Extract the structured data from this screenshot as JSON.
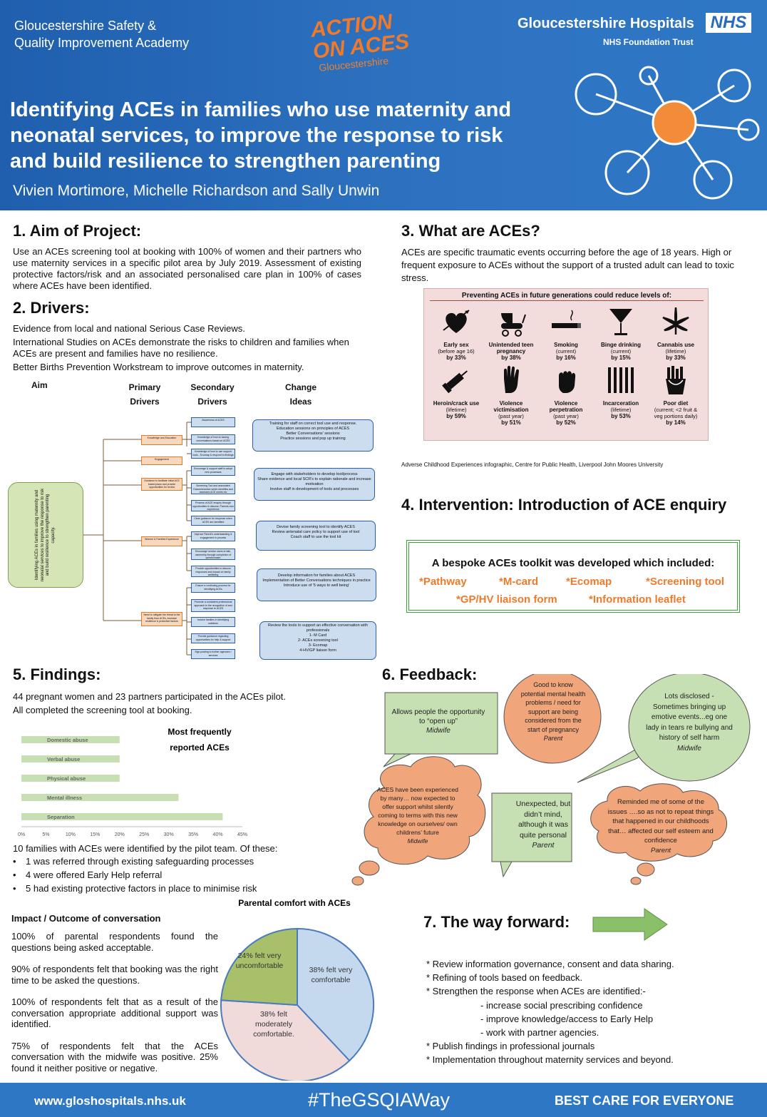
{
  "header": {
    "academy": [
      "Gloucestershire Safety &",
      "Quality Improvement Academy"
    ],
    "action_logo": [
      "ACTION",
      "ON ACES",
      "Gloucestershire"
    ],
    "trust_name": "Gloucestershire Hospitals",
    "nhs_badge": "NHS",
    "trust_sub": "NHS Foundation Trust",
    "title": [
      "Identifying ACEs in families who use maternity and",
      "neonatal services, to improve the response to risk",
      "and build resilience to strengthen parenting"
    ],
    "authors": "Vivien Mortimore, Michelle Richardson and Sally Unwin",
    "colors": {
      "bg": "#2a6cba",
      "hub": "#f28c38"
    }
  },
  "aim": {
    "title": "1. Aim of Project:",
    "text": "Use an ACEs screening tool at booking with 100% of women and their partners who use maternity services in a specific pilot area by July 2019.  Assessment of existing protective factors/risk and an associated personalised care plan in 100% of cases where ACEs have been identified."
  },
  "drivers": {
    "title": "2. Drivers:",
    "lines": [
      "Evidence from local and national Serious Case Reviews.",
      "International Studies on ACEs demonstrate the risks to children and families when ACEs are present and families have no resilience.",
      "Better Births Prevention Workstream to improve outcomes in maternity."
    ],
    "columns": [
      "Aim",
      "Primary",
      "Drivers",
      "Secondary",
      "Drivers",
      "Change",
      "Ideas"
    ],
    "aim_box": "Identifying ACEs in families using maternity and neonatal services to improve the response to risk and build resilience to strengthen parenting capacity.",
    "primary": [
      "Knowledge and Education",
      "Engagement",
      "Guidance to facilitate initial ACE based plans and provide opportunities for review",
      "Women & Families Experience",
      "Need to mitigate the threat to the family from ACEs, increase resilience & protective factors"
    ],
    "secondary": [
      "Awareness of ACES",
      "Knowledge of how to having conversations based on ACES",
      "Knowledge of how to use support tools - Ecomap & respond to findings",
      "Encourage & support staff to adopt new processes",
      "Screening Tool and associated Outcome/action which identifies and assesses ACE needs etc",
      "Process of ACE enquiry through opportunities to discuss. Parents own experience",
      "Clear guidance for response when ACES are identified",
      "Improve Parent's understanding & engagement in process",
      "Encourage service users to talk, ownership through completion of questionnaire",
      "Provide opportunities to discuss responses and impact on family wellbeing",
      "Ensure a continuing process for identifying ACEs",
      "Promote a consistent professional approach to the recognition of and response to ACES",
      "Involve families in identifying solutions",
      "Provide guidance regarding opportunities for help & support",
      "Sign posting to further agencies / services"
    ],
    "change_ideas": [
      [
        "Training for staff on correct tool use and response.",
        "Education sessions on principles of ACES",
        "Better Conversations' sessions",
        "Practice sessions and pop up training"
      ],
      [
        "Engage with stakeholders to develop tool/process",
        "Share evidence and local SCR's to explain rationale and increase motivation",
        "Involve staff in development of tools and processes"
      ],
      [
        "Devise family screening tool to identify ACES",
        "Review antenatal care policy to support use of tool",
        "Coach staff to use the tool kit"
      ],
      [
        "Develop information for families about ACES",
        "Implementation of Better Conversations techniques in practice",
        "Introduce use of '5 ways to well being'"
      ],
      [
        "Review the tools to support an effective conversation with professionals",
        "1- M Card",
        "2- ACEs screening tool",
        "3- Ecomap",
        "4-HV/GP liaison form"
      ]
    ]
  },
  "what": {
    "title": "3. What are ACEs?",
    "text": "ACEs  are specific traumatic events occurring before the age of 18 years. High or frequent exposure to ACEs without the support of a trusted adult can lead to toxic stress.",
    "infographic_title": "Preventing ACEs in future generations could reduce levels of:",
    "items": [
      {
        "icon": "heart-arrow-icon",
        "name": "Early sex",
        "sub": "(before age 16)",
        "by": "by 33%"
      },
      {
        "icon": "pram-icon",
        "name": "Unintended teen pregnancy",
        "sub": "",
        "by": "by 38%"
      },
      {
        "icon": "cigarette-icon",
        "name": "Smoking",
        "sub": "(current)",
        "by": "by 16%"
      },
      {
        "icon": "cocktail-glass-icon",
        "name": "Binge drinking",
        "sub": "(current)",
        "by": "by 15%"
      },
      {
        "icon": "cannabis-leaf-icon",
        "name": "Cannabis use",
        "sub": "(lifetime)",
        "by": "by 33%"
      },
      {
        "icon": "syringe-icon",
        "name": "Heroin/crack use",
        "sub": "(lifetime)",
        "by": "by 59%"
      },
      {
        "icon": "raised-hand-icon",
        "name": "Violence victimisation",
        "sub": "(past year)",
        "by": "by 51%"
      },
      {
        "icon": "fist-icon",
        "name": "Violence perpetration",
        "sub": "(past year)",
        "by": "by 52%"
      },
      {
        "icon": "prison-bars-icon",
        "name": "Incarceration",
        "sub": "(lifetime)",
        "by": "by 53%"
      },
      {
        "icon": "fries-icon",
        "name": "Poor diet",
        "sub": "(current; <2 fruit & veg portions daily)",
        "by": "by 14%"
      }
    ],
    "credit": "Adverse Childhood Experiences infographic, Centre for Public Health, Liverpool John Moores University"
  },
  "intervention": {
    "title": "4. Intervention: Introduction of ACE enquiry",
    "heading": "A bespoke ACEs toolkit was developed which included:",
    "row1": [
      "*Pathway",
      "*M-card",
      "*Ecomap",
      "*Screening tool"
    ],
    "row2": [
      "*GP/HV liaison form",
      "*Information leaflet"
    ]
  },
  "findings": {
    "title": "5. Findings:",
    "lines": [
      "44 pregnant women and 23 partners participated in the ACEs pilot.",
      "All completed the screening tool at booking."
    ],
    "families_intro": "10 families with ACEs were identified by the pilot team. Of these:",
    "bullets": [
      "1 was referred through existing safeguarding processes",
      "4 were offered Early Help referral",
      "5 had existing protective factors in place to minimise risk"
    ],
    "impact_title": "Impact / Outcome of conversation",
    "impact": [
      "100% of parental respondents found the questions being asked acceptable.",
      "90% of respondents felt that booking was the right time to be asked the questions.",
      "100% of respondents felt that as a result of the conversation appropriate additional support was identified.",
      "75% of respondents felt that the ACEs conversation with the midwife was positive. 25% found it neither positive or negative."
    ]
  },
  "chart_data": [
    {
      "type": "bar",
      "orientation": "horizontal",
      "title": "Most frequently reported ACEs",
      "categories": [
        "Domestic abuse",
        "Verbal abuse",
        "Physical abuse",
        "Mental illness",
        "Separation"
      ],
      "values": [
        20,
        20,
        20,
        32,
        41
      ],
      "xlim": [
        0,
        45
      ],
      "ticks": [
        "0%",
        "5%",
        "10%",
        "15%",
        "20%",
        "25%",
        "30%",
        "35%",
        "40%",
        "45%"
      ],
      "color": "#c6e0b4"
    },
    {
      "type": "pie",
      "title": "Parental comfort with ACEs",
      "slices": [
        {
          "label": "38% felt very comfortable",
          "value": 38,
          "color": "#c5d9ee"
        },
        {
          "label": "38% felt moderately comfortable.",
          "value": 38,
          "color": "#f0dada"
        },
        {
          "label": "24% felt very uncomfortable",
          "value": 24,
          "color": "#a9c06a"
        }
      ]
    }
  ],
  "feedback": {
    "title": "6. Feedback:",
    "bubbles": [
      {
        "text": "Allows people the opportunity to “open up”",
        "who": "Midwife"
      },
      {
        "text": "Good to know potential mental health problems / need for support are being considered from the start of pregnancy",
        "who": "Parent"
      },
      {
        "text": "Lots disclosed - Sometimes bringing up emotive events...eg one lady in tears re bullying and history of self harm",
        "who": "Midwife"
      },
      {
        "text": "ACES have been experienced by many… now expected to offer support whilst silently coming to terms with this new  knowledge on ourselves/ own childrens’ future",
        "who": "Midwife"
      },
      {
        "text": "Unexpected, but didn’t mind, although it was quite personal",
        "who": "Parent"
      },
      {
        "text": "Reminded me of some of the issues ….so as not to repeat things that happened in our childhoods that… affected our self esteem and confidence",
        "who": "Parent"
      }
    ]
  },
  "way_forward": {
    "title": "7. The way forward:",
    "items": [
      "* Review information governance, consent and data sharing.",
      "* Refining of tools based on feedback.",
      "* Strengthen the response when ACEs are identified:-",
      "- increase social prescribing confidence",
      "- improve knowledge/access to Early Help",
      "- work with partner agencies.",
      "* Publish findings in professional journals",
      "* Implementation throughout maternity services and beyond."
    ]
  },
  "footer": {
    "url": "www.gloshospitals.nhs.uk",
    "hashtag": "#TheGSQIAWay",
    "slogan": "BEST CARE FOR EVERYONE"
  }
}
